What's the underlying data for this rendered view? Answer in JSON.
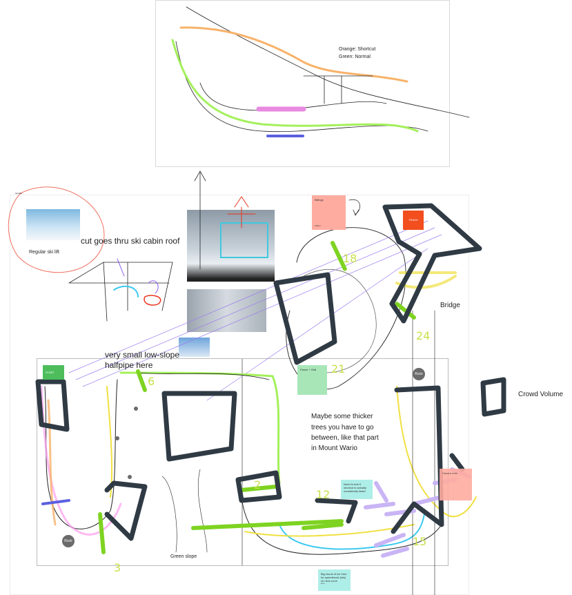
{
  "top_frame": {
    "legend_orange": "Orange: Shortcut",
    "legend_green": "Green: Normal"
  },
  "labels": {
    "tiny_label": "Iterable",
    "ski_lift_caption": "Regular ski lift",
    "cabin_roof": "cut goes thru ski cabin roof",
    "halfpipe_line1": "very small low-slope",
    "halfpipe_line2": "halfpipe here",
    "bridge": "Bridge",
    "crowd_volume": "Crowd Volume",
    "trees_line1": "Maybe some thicker",
    "trees_line2": "trees you have to go",
    "trees_line3": "between, like that part",
    "trees_line4": "in Mount Wario",
    "green_slope": "Green slope"
  },
  "stickies": {
    "billings": {
      "title": "Billings",
      "footer": "Author",
      "color": "#ffaca0"
    },
    "trash": {
      "text": "TRASH",
      "color": "#f24e1e"
    },
    "start": {
      "text": "START",
      "color": "#4dbd5c"
    },
    "pause": {
      "text": "Pause + Skill",
      "color": "#a8e6b8"
    },
    "test_shortcut": {
      "text": "Need to test if shortcut is actually consistently faster",
      "color": "#aeeee8"
    },
    "ice": {
      "text": "Big chunk of ice here for speedboost (lols) on next curve",
      "footer": "Author",
      "color": "#aeeee8"
    },
    "pink_right": {
      "text": "Hazard note",
      "color": "#ffaca0"
    }
  },
  "rocks": [
    "Rock",
    "Rock"
  ],
  "numbers": [
    "18",
    "24",
    "21",
    "6",
    "3",
    "2",
    "12",
    "15"
  ],
  "colors": {
    "obstacle": "#2f3a44",
    "shortcut": "#f8b26a",
    "normal": "#a3f05a",
    "ice": "#3dc8f0",
    "purple": "#c9b4f5"
  }
}
